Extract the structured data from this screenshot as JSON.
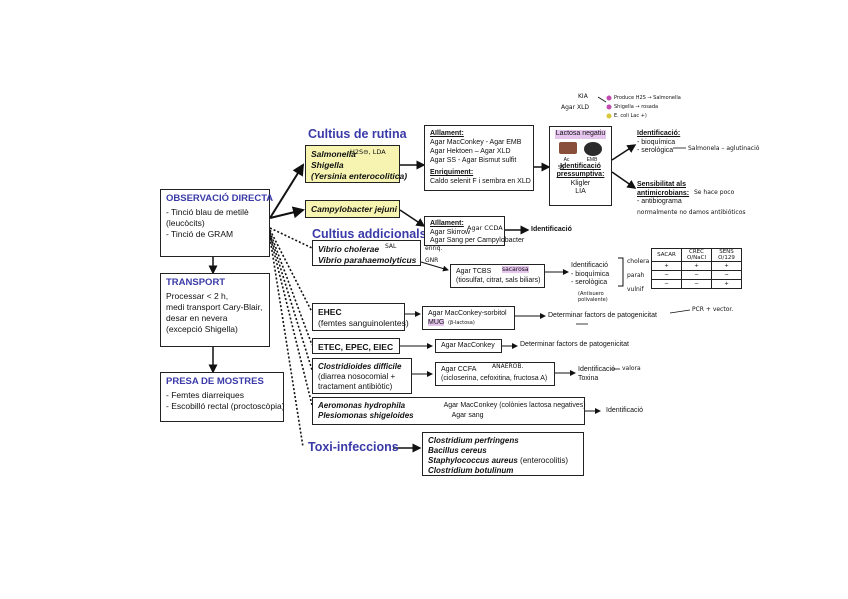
{
  "left": {
    "observacio": {
      "title": "OBSERVACIÓ DIRECTA",
      "lines": [
        "- Tinció blau de metilè",
        "(leucòcits)",
        "- Tinció de GRAM"
      ]
    },
    "transport": {
      "title": "TRANSPORT",
      "lines": [
        "Processar < 2 h,",
        "medi transport Cary-Blair,",
        "desar en nevera",
        "(excepció Shigella)"
      ]
    },
    "presa": {
      "title": "PRESA DE MOSTRES",
      "lines": [
        "- Femtes diarreiques",
        "- Escobilló rectal (proctoscòpia)"
      ]
    }
  },
  "headers": {
    "rutina": "Cultius de rutina",
    "addicionals": "Cultius addicionals",
    "toxi": "Toxi-infeccions"
  },
  "rutina": {
    "organisms": [
      "Salmonella",
      "Shigella",
      "(Yersinia enterocolitica)"
    ],
    "campylobacter": "Campylobacter jejuni",
    "aillament1": {
      "title": "Aïllament:",
      "lines": [
        "Agar MacConkey - Agar EMB",
        "Agar Hektoen – Agar XLD",
        "Agar SS - Agar Bismut sulfit"
      ],
      "title2": "Enriquiment:",
      "lines2": [
        "Caldo selenit F i sembra en XLD"
      ]
    },
    "aillament2": {
      "title": "Aïllament:",
      "lines": [
        "Agar Skirrow",
        "Agar Sang per Campylobacter"
      ]
    },
    "identificacio_pres": {
      "top": "Lactosa negatiu",
      "title": "Identificació pressumptiva:",
      "lines": [
        "Kligler",
        "LIA"
      ]
    },
    "identificacio": {
      "title": "Identificació:",
      "lines": [
        "- bioquímica",
        "- serològica"
      ]
    },
    "sensibilitat": {
      "title": "Sensibilitat als antimicrobians:",
      "lines": [
        "- antibiograma"
      ]
    },
    "campy_ident": "Identificació"
  },
  "addicionals": {
    "vibrio": [
      "Vibrio cholerae",
      "Vibrio parahaemolyticus"
    ],
    "tcbs": [
      "Agar TCBS",
      "(tiosulfat, citrat, sals biliars)"
    ],
    "vibrio_ident": [
      "Identificació",
      "- bioquímica",
      "- serològica"
    ],
    "ehec": [
      "EHEC",
      "(femtes sanguinolentes)"
    ],
    "ehec_agar": "Agar MacConkey-sorbitol",
    "ehec_mug": "MUG",
    "ehec_result": "Determinar factors de patogenicitat",
    "etec": "ETEC, EPEC, EIEC",
    "etec_agar": "Agar MacConkey",
    "etec_result": "Determinar factors de patogenicitat",
    "clostri": [
      "Clostridioides difficile",
      "(diarrea nosocomial +",
      "tractament antibiòtic)"
    ],
    "ccfa": [
      "Agar CCFA",
      "(cicloserina, cefoxitina, fructosa A)"
    ],
    "clostri_result": [
      "Identificació",
      "Toxina"
    ],
    "aeromonas": [
      "Aeromonas hydrophila",
      "Plesiomonas shigeloides"
    ],
    "aeromonas_media": [
      "Agar MacConkey (colònies lactosa negatives)",
      "Agar sang"
    ],
    "aeromonas_result": "Identificació"
  },
  "toxi": {
    "items": [
      {
        "name": "Clostridium perfringens",
        "extra": ""
      },
      {
        "name": "Bacillus cereus",
        "extra": ""
      },
      {
        "name": "Staphylococcus aureus",
        "extra": " (enterocolitis)"
      },
      {
        "name": "Clostridium botulinum",
        "extra": ""
      }
    ]
  },
  "handwritten": {
    "kia": "KIA",
    "agar_xld": "Agar XLD",
    "leg1": "Produce H2S → Salmonella",
    "leg2": "Shigella → rosada",
    "leg3": "E. coli  Lac +)",
    "h2s_lda": "H2S⊖, LDA",
    "salmonela_aglut": "Salmonela – aglutinació",
    "se_hace_poco": "Se hace poco",
    "normalmente": "normalmente no damos antibióticos",
    "sal": "SAL",
    "enriq": "enriq.",
    "gnr": "GNR",
    "sacarosa": "sacarosa",
    "agar_ccda": "Agar CCDA",
    "anaerob": "ANAEROB.",
    "pcr_vector": "PCR + vector.",
    "fe_lactico": "(β-lactosa)",
    "cholera": "cholera",
    "parah": "parah",
    "vulnif": "vulnif",
    "antisuero": "(Antisuero polivalente)",
    "valora": "valora",
    "ac": "Ac",
    "ss": "SS",
    "emb": "EMB",
    "table_header": [
      "SACAR",
      "CREC O/NaCl",
      "SENS O/129"
    ],
    "table_rows": [
      [
        "+",
        "+",
        "+"
      ],
      [
        "−",
        "−",
        "−"
      ],
      [
        "−",
        "−",
        "+"
      ]
    ]
  },
  "colors": {
    "header_blue": "#3a3aa8",
    "highlight_yellow": "#f7f4b2",
    "highlight_purple": "#e6c6ef"
  }
}
